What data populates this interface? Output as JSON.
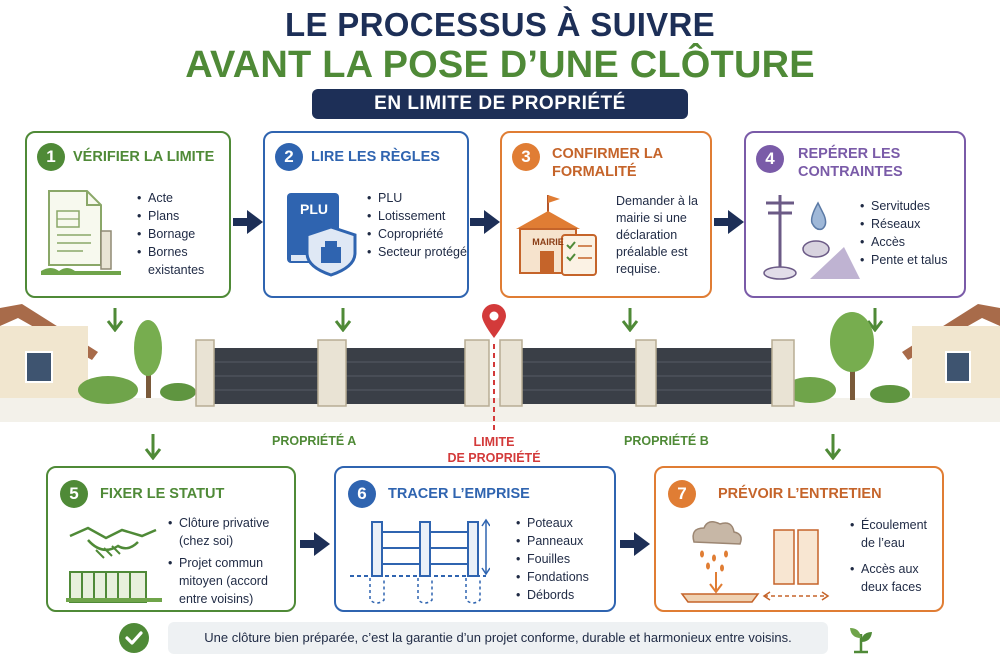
{
  "header": {
    "title_line1": "LE PROCESSUS À SUIVRE",
    "title_line2": "AVANT LA POSE D’UNE CLÔTURE",
    "banner": "EN LIMITE DE PROPRIÉTÉ"
  },
  "colors": {
    "navy": "#1d2f57",
    "green": "#4f8a37",
    "blue": "#2f64b0",
    "orange": "#e07d34",
    "purple": "#7a5ba8",
    "red": "#d33a3a"
  },
  "steps": [
    {
      "number": "1",
      "title": "VÉRIFIER LA LIMITE",
      "items": [
        "Acte",
        "Plans",
        "Bornage",
        "Bornes existantes"
      ]
    },
    {
      "number": "2",
      "title": "LIRE LES RÈGLES",
      "icon_label": "PLU",
      "items": [
        "PLU",
        "Lotissement",
        "Copropriété",
        "Secteur protégé"
      ]
    },
    {
      "number": "3",
      "title_line1": "CONFIRMER LA",
      "title_line2": "FORMALITÉ",
      "icon_label": "MAIRIE",
      "text": "Demander à la mairie si une déclaration préalable est requise."
    },
    {
      "number": "4",
      "title_line1": "REPÉRER LES",
      "title_line2": "CONTRAINTES",
      "items": [
        "Servitudes",
        "Réseaux",
        "Accès",
        "Pente et talus"
      ]
    },
    {
      "number": "5",
      "title": "FIXER LE STATUT",
      "items": [
        "Clôture privative (chez soi)",
        "Projet commun mitoyen (accord entre voisins)"
      ]
    },
    {
      "number": "6",
      "title": "TRACER L’EMPRISE",
      "items": [
        "Poteaux",
        "Panneaux",
        "Fouilles",
        "Fondations",
        "Débords"
      ]
    },
    {
      "number": "7",
      "title": "PRÉVOIR L’ENTRETIEN",
      "items": [
        "Écoulement de l’eau",
        "Accès aux deux faces"
      ]
    }
  ],
  "scene": {
    "property_a": "PROPRIÉTÉ A",
    "property_b": "PROPRIÉTÉ B",
    "limit_line1": "LIMITE",
    "limit_line2": "DE PROPRIÉTÉ"
  },
  "footer": {
    "text": "Une clôture bien préparée, c’est la garantie d’un projet conforme, durable et harmonieux entre voisins."
  }
}
